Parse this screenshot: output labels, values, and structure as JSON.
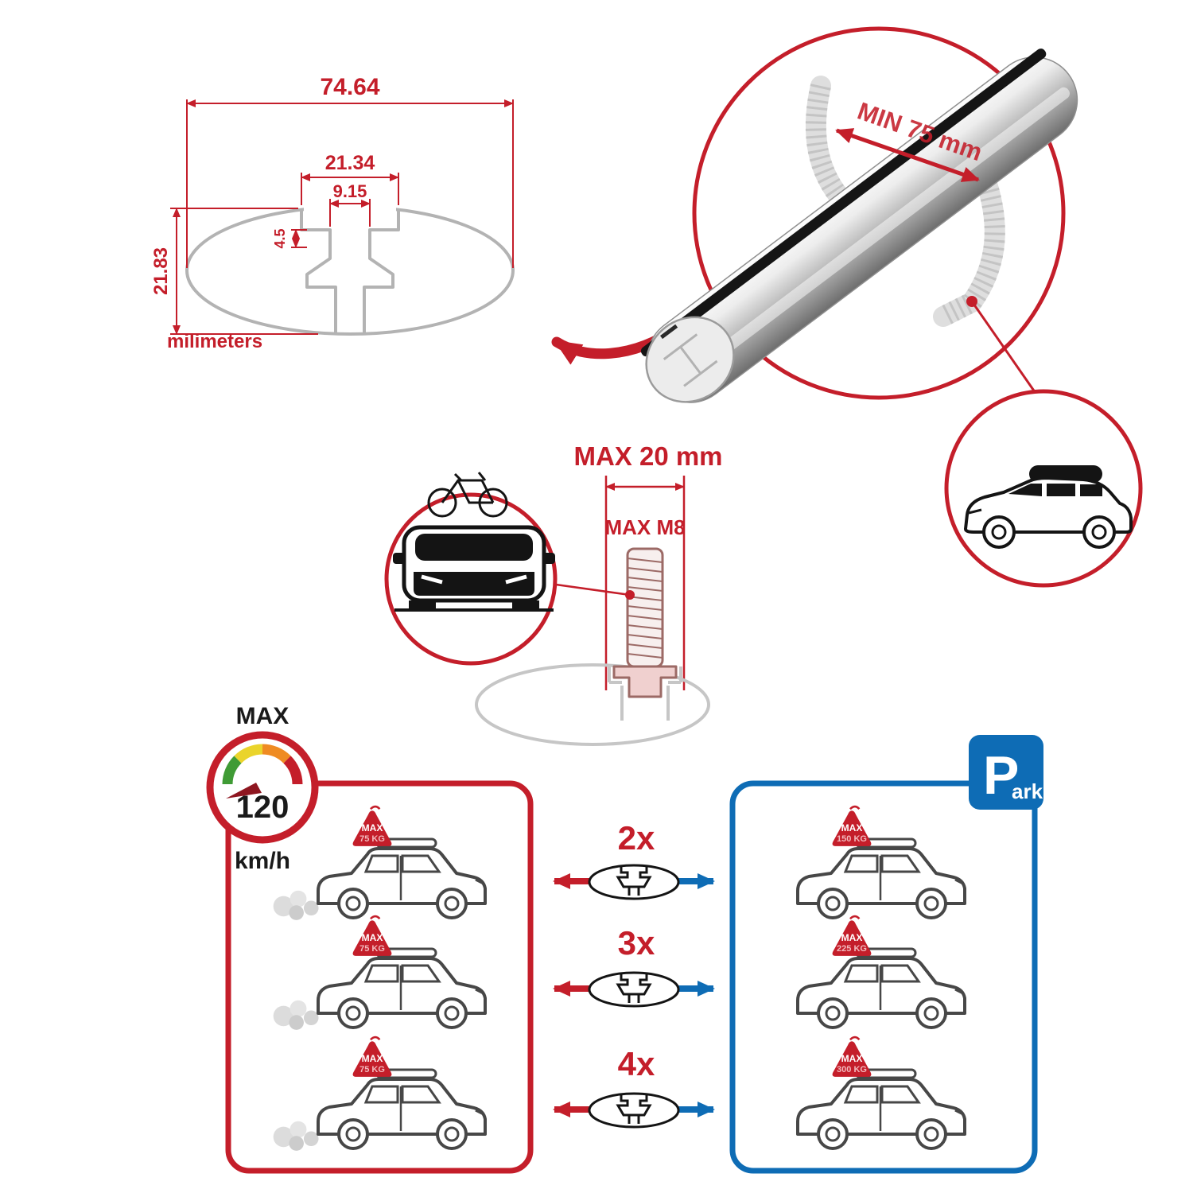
{
  "colors": {
    "red": "#c41e2a",
    "blue": "#0e6cb5",
    "gray": "#b3b3b3",
    "dark": "#1a1a1a"
  },
  "profile": {
    "width": "74.64",
    "slot_outer": "21.34",
    "slot_inner": "9.15",
    "lip": "4.5",
    "height": "21.83",
    "units": "milimeters"
  },
  "bar": {
    "min_span": "MIN 75 mm"
  },
  "bolt": {
    "max_width": "MAX 20 mm",
    "max_thread": "MAX M8"
  },
  "speed": {
    "label": "MAX",
    "value": "120",
    "units": "km/h"
  },
  "park": {
    "letter": "P",
    "rest": "ark"
  },
  "left_cars": [
    {
      "line1": "MAX",
      "line2": "75 KG"
    },
    {
      "line1": "MAX",
      "line2": "75 KG"
    },
    {
      "line1": "MAX",
      "line2": "75 KG"
    }
  ],
  "right_cars": [
    {
      "line1": "MAX",
      "line2": "150 KG"
    },
    {
      "line1": "MAX",
      "line2": "225 KG"
    },
    {
      "line1": "MAX",
      "line2": "300 KG"
    }
  ],
  "multipliers": [
    "2x",
    "3x",
    "4x"
  ]
}
